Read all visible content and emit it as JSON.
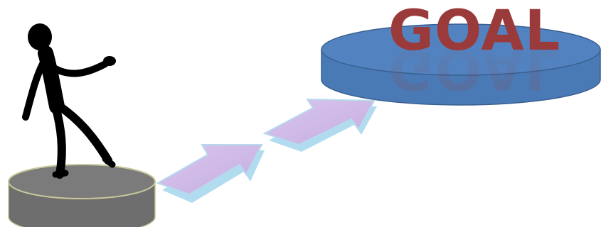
{
  "goal": {
    "label": "GOAL"
  },
  "colors": {
    "background": "#ffffff",
    "goal_text": "#9b3a3a",
    "goal_platform_top": "#4f81bd",
    "goal_platform_side": "#4a7ab5",
    "goal_platform_edge": "#3a5f8f",
    "start_platform_top": "#7b7b7b",
    "start_platform_side": "#6e6e6e",
    "start_platform_edge": "#c8c79a",
    "arrow_fill": "#cdb6e6",
    "arrow_edge": "#a8d8ee",
    "figure": "#000000"
  },
  "elements": {
    "figure_icon": "stick-figure",
    "arrows": 2
  }
}
